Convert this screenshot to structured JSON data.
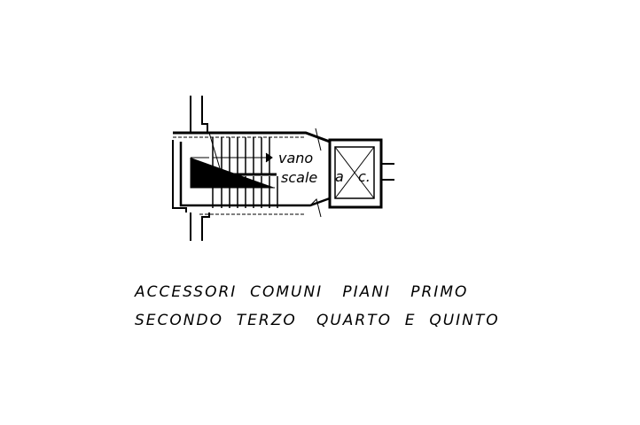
{
  "plan": {
    "stair_label_1": "vano",
    "stair_label_2": "scale",
    "lift_label_a": "a",
    "lift_label_c": "c."
  },
  "caption": {
    "line1": "ACCESSORI  COMUNI   PIANI   PRIMO",
    "line2": "SECONDO  TERZO   QUARTO  E  QUINTO"
  }
}
